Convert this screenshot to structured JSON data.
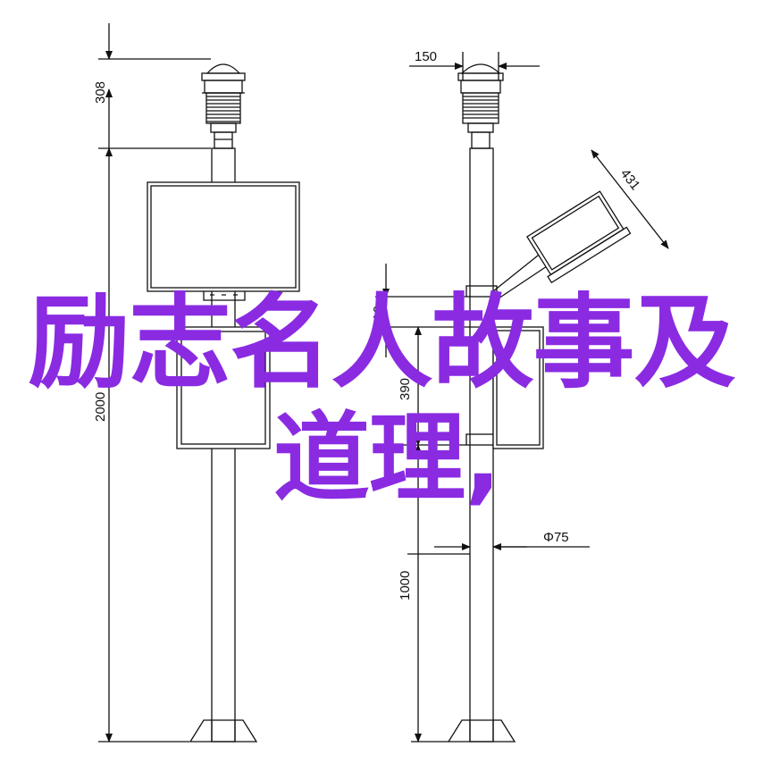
{
  "drawing": {
    "dimensions": {
      "top_offset": "308",
      "total_height": "2000",
      "cap_width": "150",
      "panel_width": "431",
      "bracket_offset": "110",
      "box_height": "390",
      "pole_diameter": "Φ75",
      "ground_height": "1000"
    }
  },
  "overlay_title": {
    "line1": "励志名人故事及",
    "line2": "道理,"
  },
  "colors": {
    "accent": "#8a2be2",
    "line": "#111111"
  }
}
